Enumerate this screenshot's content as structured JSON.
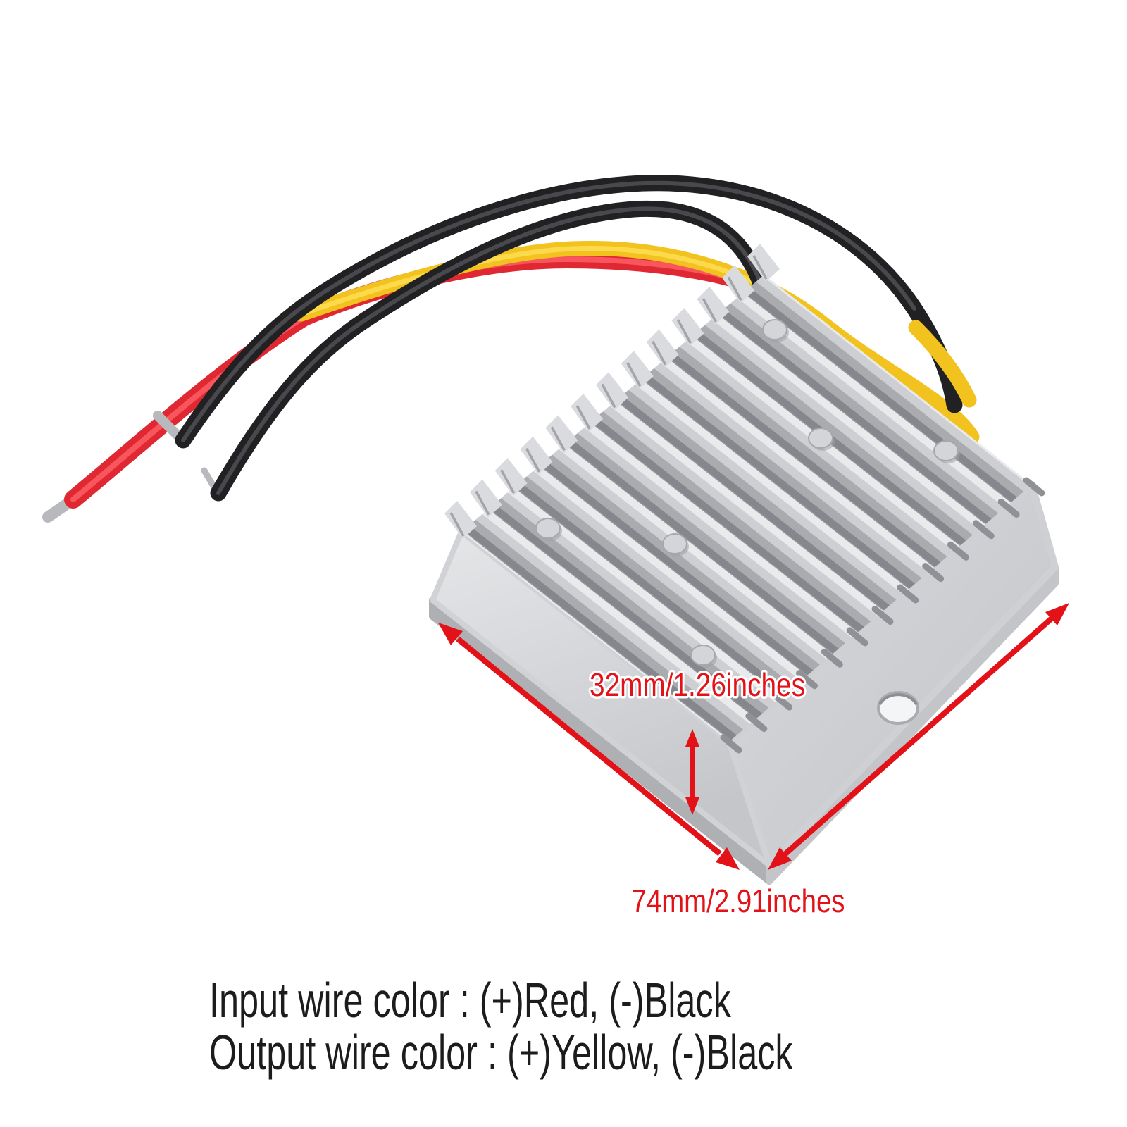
{
  "page": {
    "background": "#ffffff"
  },
  "product": {
    "name": "DC voltage converter with finned aluminum heatsink",
    "body_color": "#c6c8cc",
    "fin_highlight_color": "#e8eaec",
    "fin_shadow_color": "#85878c",
    "stripped_tip_color": "#b7b9bd"
  },
  "wires": [
    {
      "id": "input-positive",
      "color_name": "Red",
      "hex": "#e02832"
    },
    {
      "id": "input-negative",
      "color_name": "Black",
      "hex": "#212124"
    },
    {
      "id": "output-positive",
      "color_name": "Yellow",
      "hex": "#f2c31e"
    },
    {
      "id": "output-negative",
      "color_name": "Black",
      "hex": "#212124"
    }
  ],
  "dimensions": {
    "accent_color": "#e31219",
    "height_label": "32mm/1.26inches",
    "width_label": "74mm/2.91inches"
  },
  "caption": {
    "line1": "Input wire color : (+)Red, (-)Black",
    "line2": "Output wire color : (+)Yellow, (-)Black"
  }
}
